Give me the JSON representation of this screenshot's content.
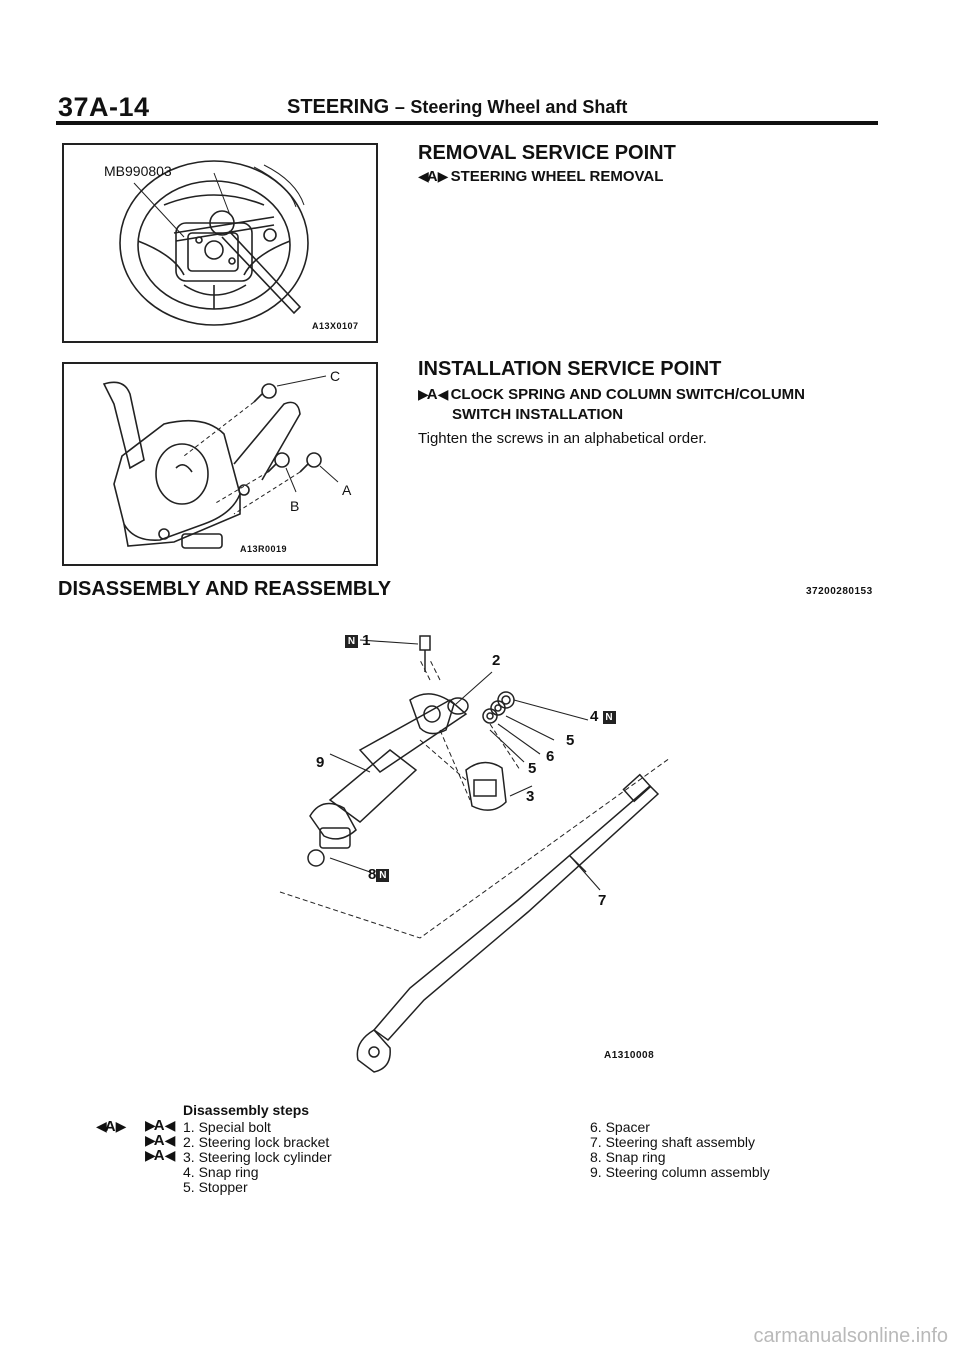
{
  "header": {
    "page_number": "37A-14",
    "section": "STEERING",
    "dash": "–",
    "subsection": "Steering Wheel and Shaft"
  },
  "figure_wheel": {
    "tool_label": "MB990803",
    "code": "A13X0107"
  },
  "figure_clock": {
    "label_c": "C",
    "label_a": "A",
    "label_b": "B",
    "code": "A13R0019"
  },
  "removal": {
    "heading": "REMOVAL SERVICE POINT",
    "marker": "A",
    "item": "STEERING WHEEL REMOVAL"
  },
  "installation": {
    "heading": "INSTALLATION SERVICE POINT",
    "marker": "A",
    "item_line1": "CLOCK SPRING AND COLUMN SWITCH/COLUMN",
    "item_line2": "SWITCH INSTALLATION",
    "text": "Tighten the screws in an alphabetical order."
  },
  "disassembly": {
    "heading": "DISASSEMBLY AND REASSEMBLY",
    "doc_code": "37200280153",
    "figure_code": "A1310008",
    "callouts": {
      "c1": "1",
      "c2": "2",
      "c3": "3",
      "c4": "4",
      "c5a": "5",
      "c5b": "5",
      "c6": "6",
      "c7": "7",
      "c8": "8",
      "c9": "9",
      "new_part": "N"
    },
    "steps_title": "Disassembly steps",
    "marker_removal": "A",
    "marker_install": "A",
    "steps_left": [
      "1. Special bolt",
      "2. Steering lock bracket",
      "3. Steering lock cylinder",
      "4. Snap ring",
      "5. Stopper"
    ],
    "steps_right": [
      "6. Spacer",
      "7. Steering shaft assembly",
      "8. Snap ring",
      "9. Steering column assembly"
    ]
  },
  "watermark": "carmanualsonline.info"
}
